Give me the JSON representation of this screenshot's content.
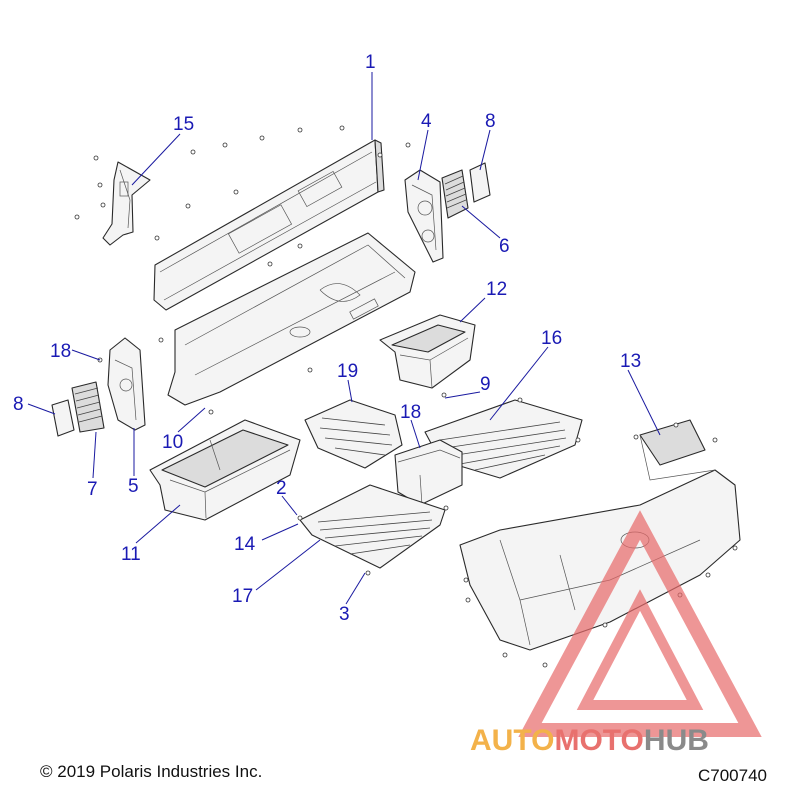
{
  "callouts": {
    "c1": "1",
    "c2": "2",
    "c3": "3",
    "c4": "4",
    "c5": "5",
    "c6": "6",
    "c7": "7",
    "c8a": "8",
    "c8b": "8",
    "c9": "9",
    "c10": "10",
    "c11": "11",
    "c12": "12",
    "c13": "13",
    "c14": "14",
    "c15": "15",
    "c16": "16",
    "c17": "17",
    "c18a": "18",
    "c18b": "18",
    "c19": "19"
  },
  "footer": {
    "copyright": "© 2019 Polaris Industries Inc.",
    "code": "C700740"
  },
  "watermark": {
    "part_auto": "AUTO",
    "part_moto": "MOTO",
    "part_hub": "HUB",
    "colors": {
      "auto": "#f3b24a",
      "moto": "#e8716e",
      "hub": "#8a8a8a",
      "triangle": "#e86a6a"
    }
  },
  "colors": {
    "callout": "#1a1ab4"
  }
}
